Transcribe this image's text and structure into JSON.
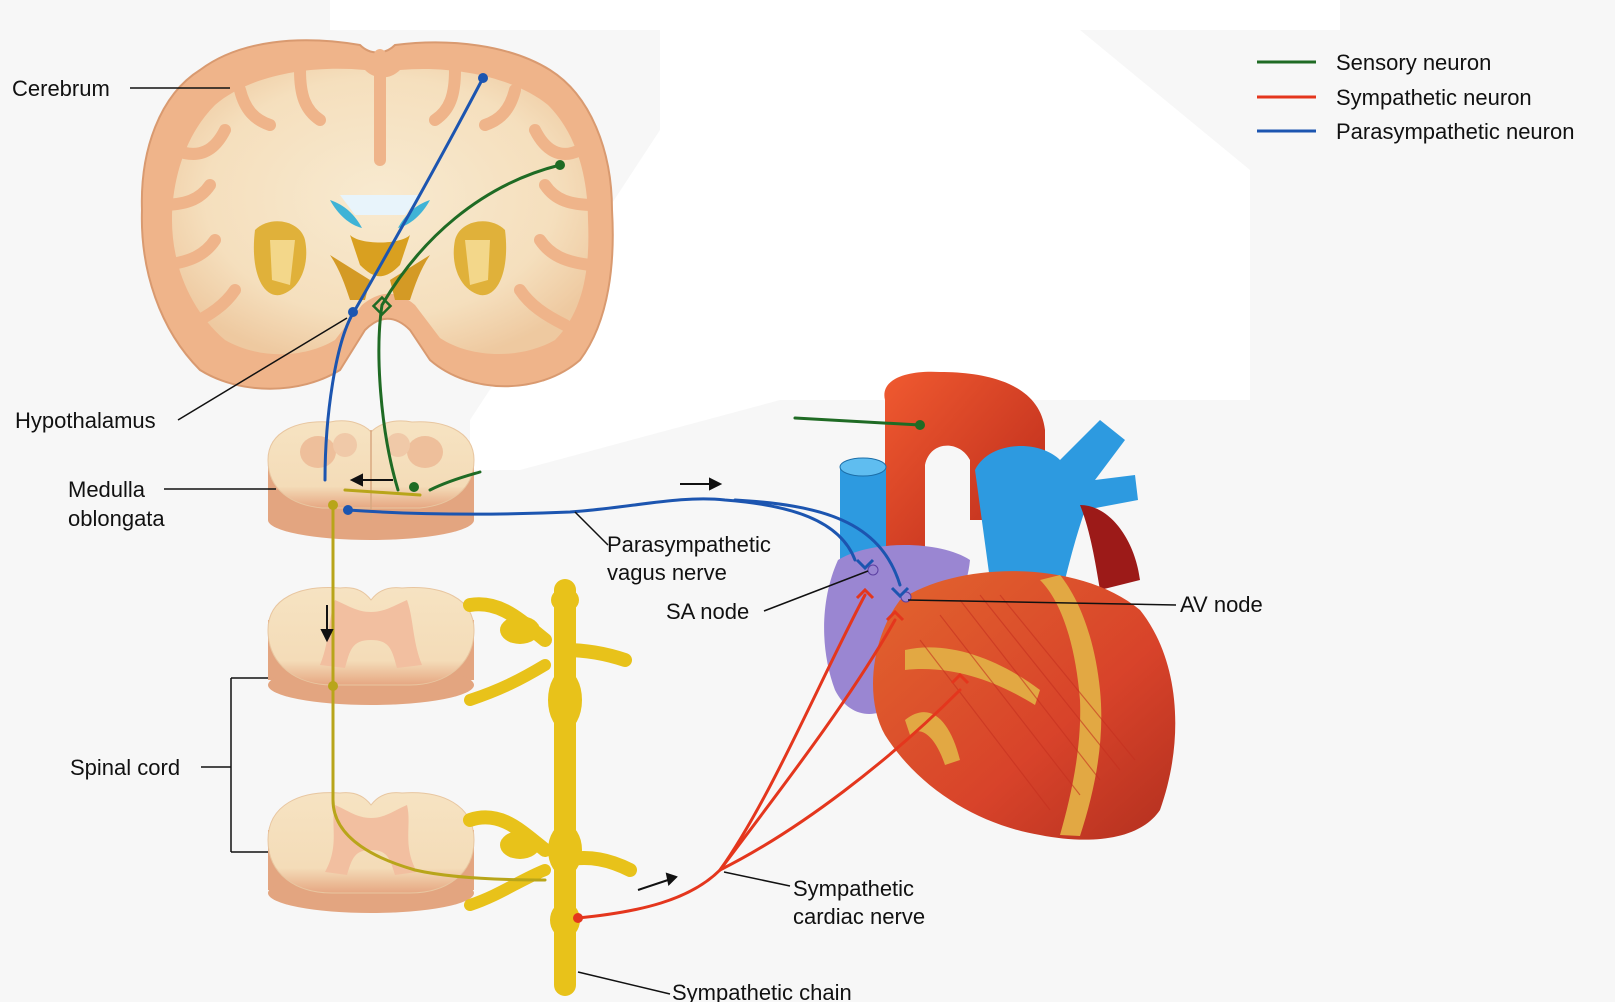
{
  "legend": {
    "items": [
      {
        "label": "Sensory neuron",
        "color": "#1f6b24"
      },
      {
        "label": "Sympathetic neuron",
        "color": "#e4361d"
      },
      {
        "label": "Parasympathetic neuron",
        "color": "#1c55b0"
      }
    ]
  },
  "labels": {
    "cerebrum": "Cerebrum",
    "hypothalamus": "Hypothalamus",
    "medulla_line1": "Medulla",
    "medulla_line2": "oblongata",
    "spinal_cord": "Spinal cord",
    "vagus_line1": "Parasympathetic",
    "vagus_line2": "vagus nerve",
    "sa_node": "SA node",
    "av_node": "AV node",
    "cardiac_line1": "Sympathetic",
    "cardiac_line2": "cardiac nerve",
    "sympathetic_chain": "Sympathetic chain"
  },
  "colors": {
    "brain_cortex": "#f0b890",
    "brain_white": "#f6e3c2",
    "nerve_yellow": "#e8c21a",
    "heart_red": "#d84428",
    "heart_blue": "#2d9ae0",
    "heart_purple": "#9a86d2"
  }
}
